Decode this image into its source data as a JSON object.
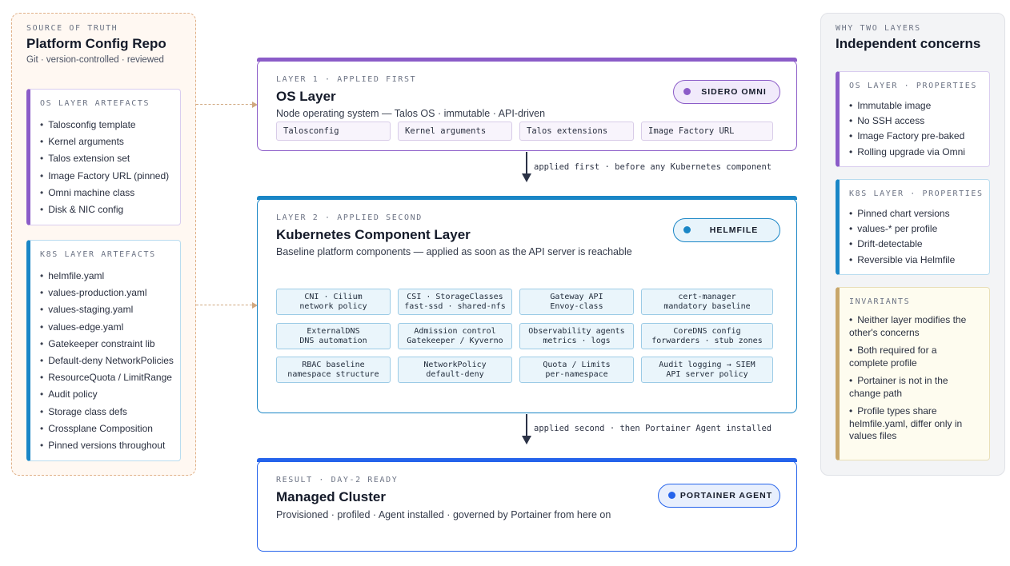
{
  "source": {
    "eyebrow": "SOURCE OF TRUTH",
    "title": "Platform Config Repo",
    "subtitle": "Git · version-controlled · reviewed",
    "os_artefacts": {
      "label": "OS LAYER ARTEFACTS",
      "items": [
        "Talosconfig template",
        "Kernel arguments",
        "Talos extension set",
        "Image Factory URL (pinned)",
        "Omni machine class",
        "Disk & NIC config"
      ]
    },
    "k8s_artefacts": {
      "label": "K8S LAYER ARTEFACTS",
      "items": [
        "helmfile.yaml",
        "values-production.yaml",
        "values-staging.yaml",
        "values-edge.yaml",
        "Gatekeeper constraint lib",
        "Default-deny NetworkPolicies",
        "ResourceQuota / LimitRange",
        "Audit policy",
        "Storage class defs",
        "Crossplane Composition",
        "Pinned versions throughout"
      ]
    }
  },
  "layer1": {
    "eyebrow": "LAYER 1 · APPLIED FIRST",
    "title": "OS Layer",
    "description": "Node operating system — Talos OS · immutable · API-driven",
    "badge": "SIDERO OMNI",
    "chips": [
      "Talosconfig",
      "Kernel arguments",
      "Talos extensions",
      "Image Factory URL"
    ]
  },
  "arrow1": "applied first · before any Kubernetes component",
  "layer2": {
    "eyebrow": "LAYER 2 · APPLIED SECOND",
    "title": "Kubernetes Component Layer",
    "description": "Baseline platform components — applied as soon as the API server is reachable",
    "badge": "HELMFILE",
    "components": [
      {
        "l1": "CNI · Cilium",
        "l2": "network policy"
      },
      {
        "l1": "CSI · StorageClasses",
        "l2": "fast-ssd · shared-nfs"
      },
      {
        "l1": "Gateway API",
        "l2": "Envoy-class"
      },
      {
        "l1": "cert-manager",
        "l2": "mandatory baseline"
      },
      {
        "l1": "ExternalDNS",
        "l2": "DNS automation"
      },
      {
        "l1": "Admission control",
        "l2": "Gatekeeper / Kyverno"
      },
      {
        "l1": "Observability agents",
        "l2": "metrics · logs"
      },
      {
        "l1": "CoreDNS config",
        "l2": "forwarders · stub zones"
      },
      {
        "l1": "RBAC baseline",
        "l2": "namespace structure"
      },
      {
        "l1": "NetworkPolicy",
        "l2": "default-deny"
      },
      {
        "l1": "Quota / Limits",
        "l2": "per-namespace"
      },
      {
        "l1": "Audit logging → SIEM",
        "l2": "API server policy"
      }
    ]
  },
  "arrow2": "applied second · then Portainer Agent installed",
  "result": {
    "eyebrow": "RESULT · DAY-2 READY",
    "title": "Managed Cluster",
    "description": "Provisioned · profiled · Agent installed · governed by Portainer from here on",
    "badge": "PORTAINER AGENT"
  },
  "why": {
    "eyebrow": "WHY TWO LAYERS",
    "title": "Independent concerns",
    "os_props": {
      "label": "OS LAYER · PROPERTIES",
      "items": [
        "Immutable image",
        "No SSH access",
        "Image Factory pre-baked",
        "Rolling upgrade via Omni"
      ]
    },
    "k8s_props": {
      "label": "K8S LAYER · PROPERTIES",
      "items": [
        "Pinned chart versions",
        "values-* per profile",
        "Drift-detectable",
        "Reversible via Helmfile"
      ]
    },
    "invariants": {
      "label": "INVARIANTS",
      "items": [
        "Neither layer modifies the other's concerns",
        "Both required for a complete profile",
        "Portainer is not in the change path",
        "Profile types share helmfile.yaml, differ only in values files"
      ]
    }
  },
  "colors": {
    "os_purple": "#8b5cc8",
    "k8s_blue": "#1a86c6",
    "result_blue": "#2563eb",
    "invariant_gold": "#c8a66a"
  }
}
